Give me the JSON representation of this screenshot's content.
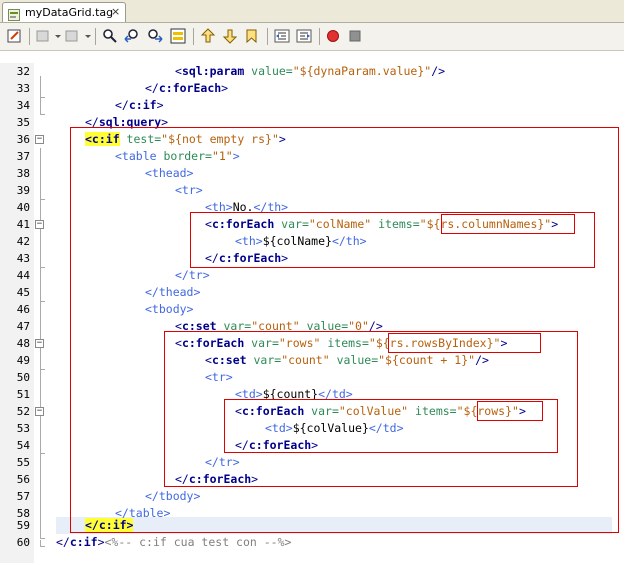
{
  "tab": {
    "title": "myDataGrid.tag",
    "close": "×",
    "icon": "tag-file-icon"
  },
  "toolbar": {
    "buttons": [
      "last-edit-icon",
      "back-icon",
      "forward-icon",
      "find-icon",
      "find-previous-icon",
      "find-next-icon",
      "toggle-highlight-icon",
      "previous-bookmark-icon",
      "next-bookmark-icon",
      "toggle-bookmark-icon",
      "shift-left-icon",
      "shift-right-icon",
      "start-macro-icon",
      "stop-macro-icon"
    ]
  },
  "lines": [
    {
      "n": "32"
    },
    {
      "n": "33"
    },
    {
      "n": "34"
    },
    {
      "n": "35"
    },
    {
      "n": "36"
    },
    {
      "n": "37"
    },
    {
      "n": "38"
    },
    {
      "n": "39"
    },
    {
      "n": "40"
    },
    {
      "n": "41"
    },
    {
      "n": "42"
    },
    {
      "n": "43"
    },
    {
      "n": "44"
    },
    {
      "n": "45"
    },
    {
      "n": "46"
    },
    {
      "n": "47"
    },
    {
      "n": "48"
    },
    {
      "n": "49"
    },
    {
      "n": "50"
    },
    {
      "n": "51"
    },
    {
      "n": "52"
    },
    {
      "n": "53"
    },
    {
      "n": "54"
    },
    {
      "n": "55"
    },
    {
      "n": "56"
    },
    {
      "n": "57"
    },
    {
      "n": "58"
    },
    {
      "n": "59"
    },
    {
      "n": "60"
    }
  ],
  "code": {
    "l32": {
      "t1": "<",
      "tag": "sql:param",
      "attr": " value=",
      "val": "\"${dynaParam.value}\"",
      "end": "/>"
    },
    "l33": {
      "open": "</",
      "tag": "c:forEach",
      "end": ">"
    },
    "l34": {
      "open": "</",
      "tag": "c:if",
      "end": ">"
    },
    "l35": {
      "open": "</",
      "tag": "sql:query",
      "end": ">"
    },
    "l36": {
      "tag": "<c:if",
      "attr": " test=",
      "val": "\"${not empty rs}\"",
      "end": ">"
    },
    "l37": {
      "tag": "<table",
      "attr": " border=",
      "val": "\"1\"",
      "end": ">"
    },
    "l38": {
      "tag": "<thead>"
    },
    "l39": {
      "tag": "<tr>"
    },
    "l40": {
      "open": "<th>",
      "text": "No.",
      "close": "</th>"
    },
    "l41": {
      "t1": "<",
      "tag": "c:forEach",
      "attr1": " var=",
      "val1": "\"colName\"",
      "attr2": " items=",
      "val2a": "\"",
      "val2b": "${rs.columnNames}",
      "val2c": "\"",
      "end": ">"
    },
    "l42": {
      "open": "<th>",
      "text": "${colName}",
      "close": "</th>"
    },
    "l43": {
      "open": "</",
      "tag": "c:forEach",
      "end": ">"
    },
    "l44": {
      "tag": "</tr>"
    },
    "l45": {
      "tag": "</thead>"
    },
    "l46": {
      "tag": "<tbody>"
    },
    "l47": {
      "t1": "<",
      "tag": "c:set",
      "attr1": " var=",
      "val1": "\"count\"",
      "attr2": " value=",
      "val2": "\"0\"",
      "end": "/>"
    },
    "l48": {
      "t1": "<",
      "tag": "c:forEach",
      "attr1": " var=",
      "val1": "\"rows\"",
      "attr2": " items=",
      "val2a": "\"",
      "val2b": "${rs.rowsByIndex}",
      "val2c": "\"",
      "end": ">"
    },
    "l49": {
      "t1": "<",
      "tag": "c:set",
      "attr1": " var=",
      "val1": "\"count\"",
      "attr2": " value=",
      "val2": "\"${count + 1}\"",
      "end": "/>"
    },
    "l50": {
      "tag": "<tr>"
    },
    "l51": {
      "open": "<td>",
      "text": "${count}",
      "close": "</td>"
    },
    "l52": {
      "t1": "<",
      "tag": "c:forEach",
      "attr1": " var=",
      "val1": "\"colValue\"",
      "attr2": " items=",
      "val2a": "\"",
      "val2b": "${rows}",
      "val2c": "\"",
      "end": ">"
    },
    "l53": {
      "open": "<td>",
      "text": "${colValue}",
      "close": "</td>"
    },
    "l54": {
      "open": "</",
      "tag": "c:forEach",
      "end": ">"
    },
    "l55": {
      "tag": "</tr>"
    },
    "l56": {
      "open": "</",
      "tag": "c:forEach",
      "end": ">"
    },
    "l57": {
      "tag": "</tbody>"
    },
    "l58": {
      "tag": "</table>"
    },
    "l59": {
      "tag": "</c:if>"
    },
    "l60": {
      "open": "</",
      "tag": "c:if",
      "end": ">",
      "comment": "<%-- c:if cua test con --%>"
    }
  },
  "colors": {
    "box": "#e00000",
    "highlight_yellow": "#ffff33",
    "current_line": "#e8eef7"
  }
}
